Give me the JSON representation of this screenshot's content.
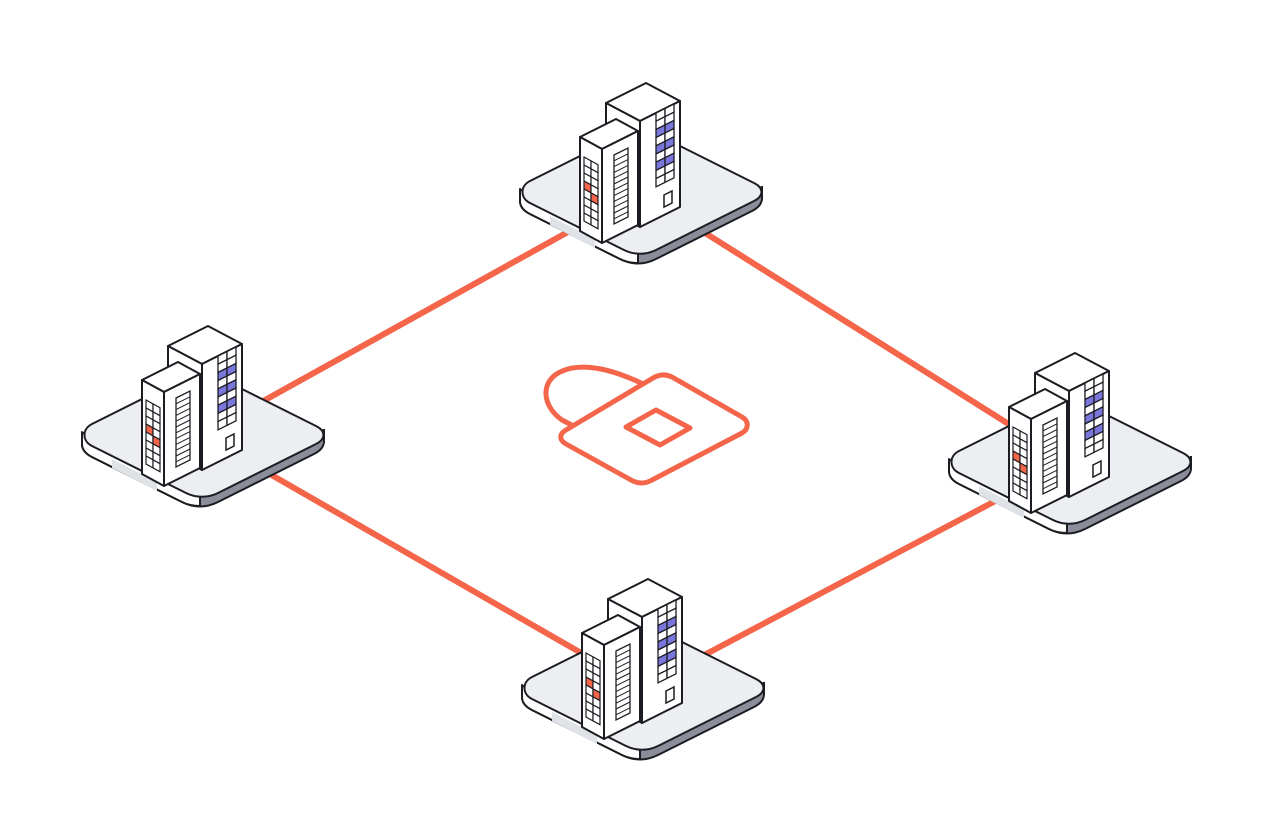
{
  "diagram": {
    "colors": {
      "accent": "#f4654a",
      "ink": "#1c1d22",
      "platform_top": "#eceef1",
      "platform_side": "#8b8e9a",
      "platform_light": "#dfe2e7",
      "building_fill": "#ffffff",
      "window_red": "#f4654a",
      "window_blue": "#7a77dc"
    },
    "center_icon": "lock-icon",
    "nodes": [
      {
        "id": "top",
        "icon": "office-building-icon"
      },
      {
        "id": "left",
        "icon": "office-building-icon"
      },
      {
        "id": "right",
        "icon": "office-building-icon"
      },
      {
        "id": "bottom",
        "icon": "office-building-icon"
      }
    ],
    "connections": [
      {
        "from": "top",
        "to": "left"
      },
      {
        "from": "top",
        "to": "right"
      },
      {
        "from": "left",
        "to": "bottom"
      },
      {
        "from": "right",
        "to": "bottom"
      }
    ]
  }
}
